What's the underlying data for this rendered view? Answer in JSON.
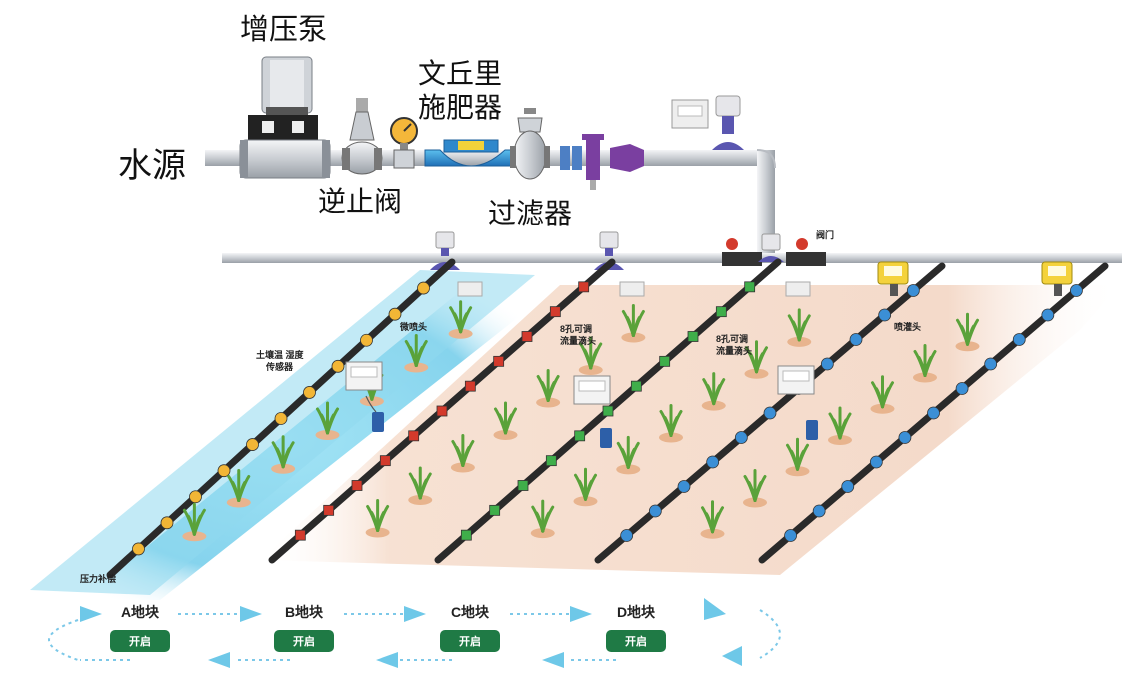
{
  "labels": {
    "pump": "增压泵",
    "water_source": "水源",
    "venturi_line1": "文丘里",
    "venturi_line2": "施肥器",
    "check_valve": "逆止阀",
    "filter": "过滤器",
    "gate_valve": "阀门",
    "moisture_line1": "土壤温 湿度",
    "moisture_line2": "传感器",
    "dripper_a": "压力补偿",
    "micro_sprinkler": "微喷头",
    "flow_dripper_b_line1": "8孔可调",
    "flow_dripper_b_line2": "流量滴头",
    "flow_dripper_c_line1": "8孔可调",
    "flow_dripper_c_line2": "流量滴头",
    "sprayer_d": "喷灌头"
  },
  "plots": [
    {
      "name": "A地块",
      "button": "开启"
    },
    {
      "name": "B地块",
      "button": "开启"
    },
    {
      "name": "C地块",
      "button": "开启"
    },
    {
      "name": "D地块",
      "button": "开启"
    }
  ],
  "colors": {
    "pipe": "#d4d8dc",
    "lateral": "#2a2a2a",
    "field_a": "#8fd8ef",
    "soil": "#f3d9c8",
    "button": "#1f7a45",
    "arrow": "#6ec8e8",
    "dripper_a": "#f2b636",
    "dripper_b": "#d33a2c",
    "dripper_c": "#3fae4a",
    "dripper_d": "#3b8fd6"
  }
}
